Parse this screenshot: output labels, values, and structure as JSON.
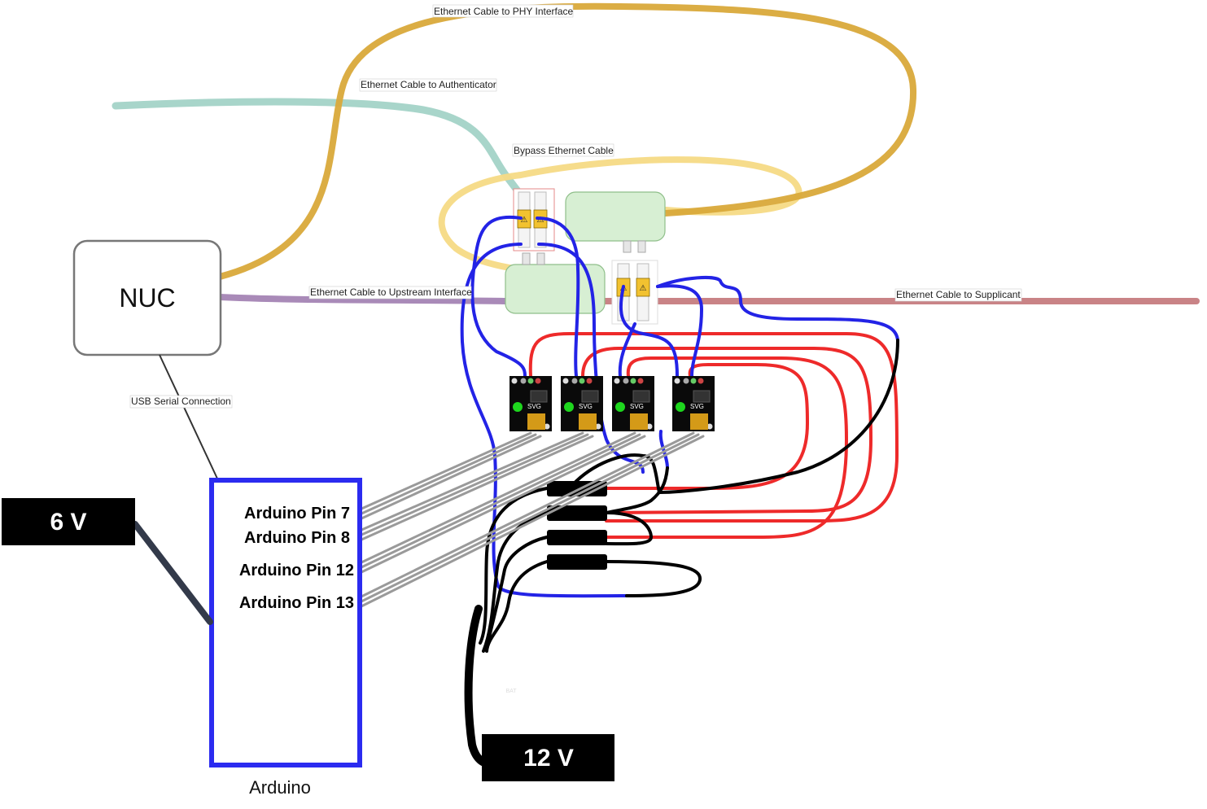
{
  "labels": {
    "phy_cable": "Ethernet Cable to PHY Interface",
    "auth_cable": "Ethernet Cable to Authenticator",
    "bypass_cable": "Bypass Ethernet Cable",
    "upstream_cable": "Ethernet Cable to Upstream Interface",
    "supplicant_cable": "Ethernet Cable to Supplicant",
    "usb_serial": "USB Serial Connection",
    "bat": "BAT"
  },
  "nuc": {
    "label": "NUC"
  },
  "arduino": {
    "label": "Arduino",
    "pins": [
      "Arduino Pin 7",
      "Arduino Pin 8",
      "Arduino Pin 12",
      "Arduino Pin 13"
    ]
  },
  "power": {
    "six_v": "6 V",
    "twelve_v": "12 V"
  },
  "relay_text": "SVG",
  "colors": {
    "phy_cable": "#d9a93a",
    "auth_cable": "#9fd0c4",
    "bypass_cable": "#f5da85",
    "upstream_cable": "#a98ab8",
    "supplicant_cable": "#c98386",
    "wire_blue": "#2323e6",
    "wire_red": "#ee2a2a",
    "wire_black": "#000000",
    "wire_gray": "#9a9a9a",
    "switch_box": "#d7efd3"
  }
}
